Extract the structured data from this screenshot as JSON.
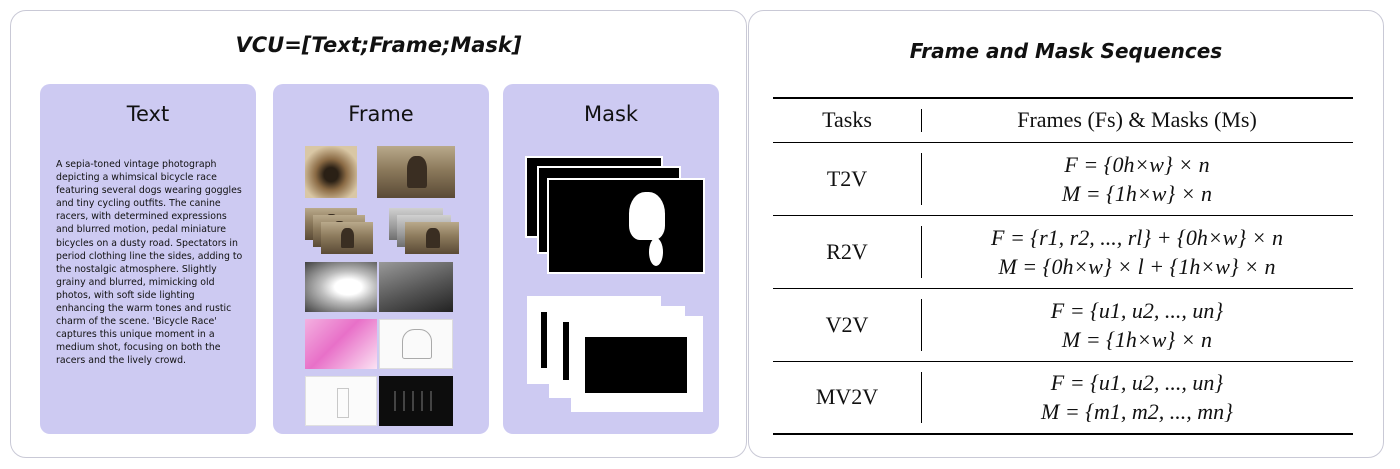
{
  "left": {
    "title": "VCU=[Text;Frame;Mask]",
    "cards": {
      "text": {
        "title": "Text",
        "body": "A sepia-toned vintage photograph depicting a whimsical bicycle race featuring several dogs wearing goggles and tiny cycling outfits. The canine racers, with determined expressions and blurred motion, pedal miniature bicycles on a dusty road. Spectators in period clothing line the sides, adding to the nostalgic atmosphere. Slightly grainy and blurred, mimicking old photos, with soft side lighting enhancing the warm tones and rustic charm of the scene. 'Bicycle Race' captures this unique moment in a medium shot, focusing on both the racers and the lively crowd."
      },
      "frame": {
        "title": "Frame"
      },
      "mask": {
        "title": "Mask"
      }
    }
  },
  "right": {
    "title": "Frame and Mask Sequences",
    "table": {
      "headers": [
        "Tasks",
        "Frames (Fs) & Masks (Ms)"
      ],
      "rows": [
        {
          "task": "T2V",
          "frames": "F = {0h×w} × n",
          "masks": "M = {1h×w} × n"
        },
        {
          "task": "R2V",
          "frames": "F = {r1, r2, ..., rl} + {0h×w} × n",
          "masks": "M = {0h×w} × l + {1h×w} × n"
        },
        {
          "task": "V2V",
          "frames": "F = {u1, u2, ..., un}",
          "masks": "M = {1h×w} × n"
        },
        {
          "task": "MV2V",
          "frames": "F = {u1, u2, ..., un}",
          "masks": "M = {m1, m2, ..., mn}"
        }
      ]
    }
  }
}
